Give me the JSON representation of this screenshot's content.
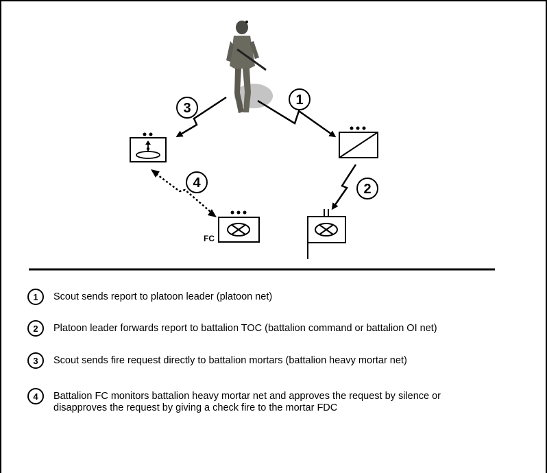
{
  "diagram": {
    "steps": [
      {
        "number": "1"
      },
      {
        "number": "2"
      },
      {
        "number": "3"
      },
      {
        "number": "4"
      }
    ],
    "fc_label": "FC"
  },
  "legend": [
    {
      "number": "1",
      "text": "Scout sends report to platoon leader (platoon net)"
    },
    {
      "number": "2",
      "text": "Platoon leader forwards report to battalion TOC (battalion command or battalion OI net)"
    },
    {
      "number": "3",
      "text": "Scout sends fire request directly to battalion mortars (battalion heavy mortar net)"
    },
    {
      "number": "4",
      "text": "Battalion FC monitors battalion heavy mortar net and approves the request by silence or\n disapproves the request by giving a check fire to the mortar FDC"
    }
  ]
}
